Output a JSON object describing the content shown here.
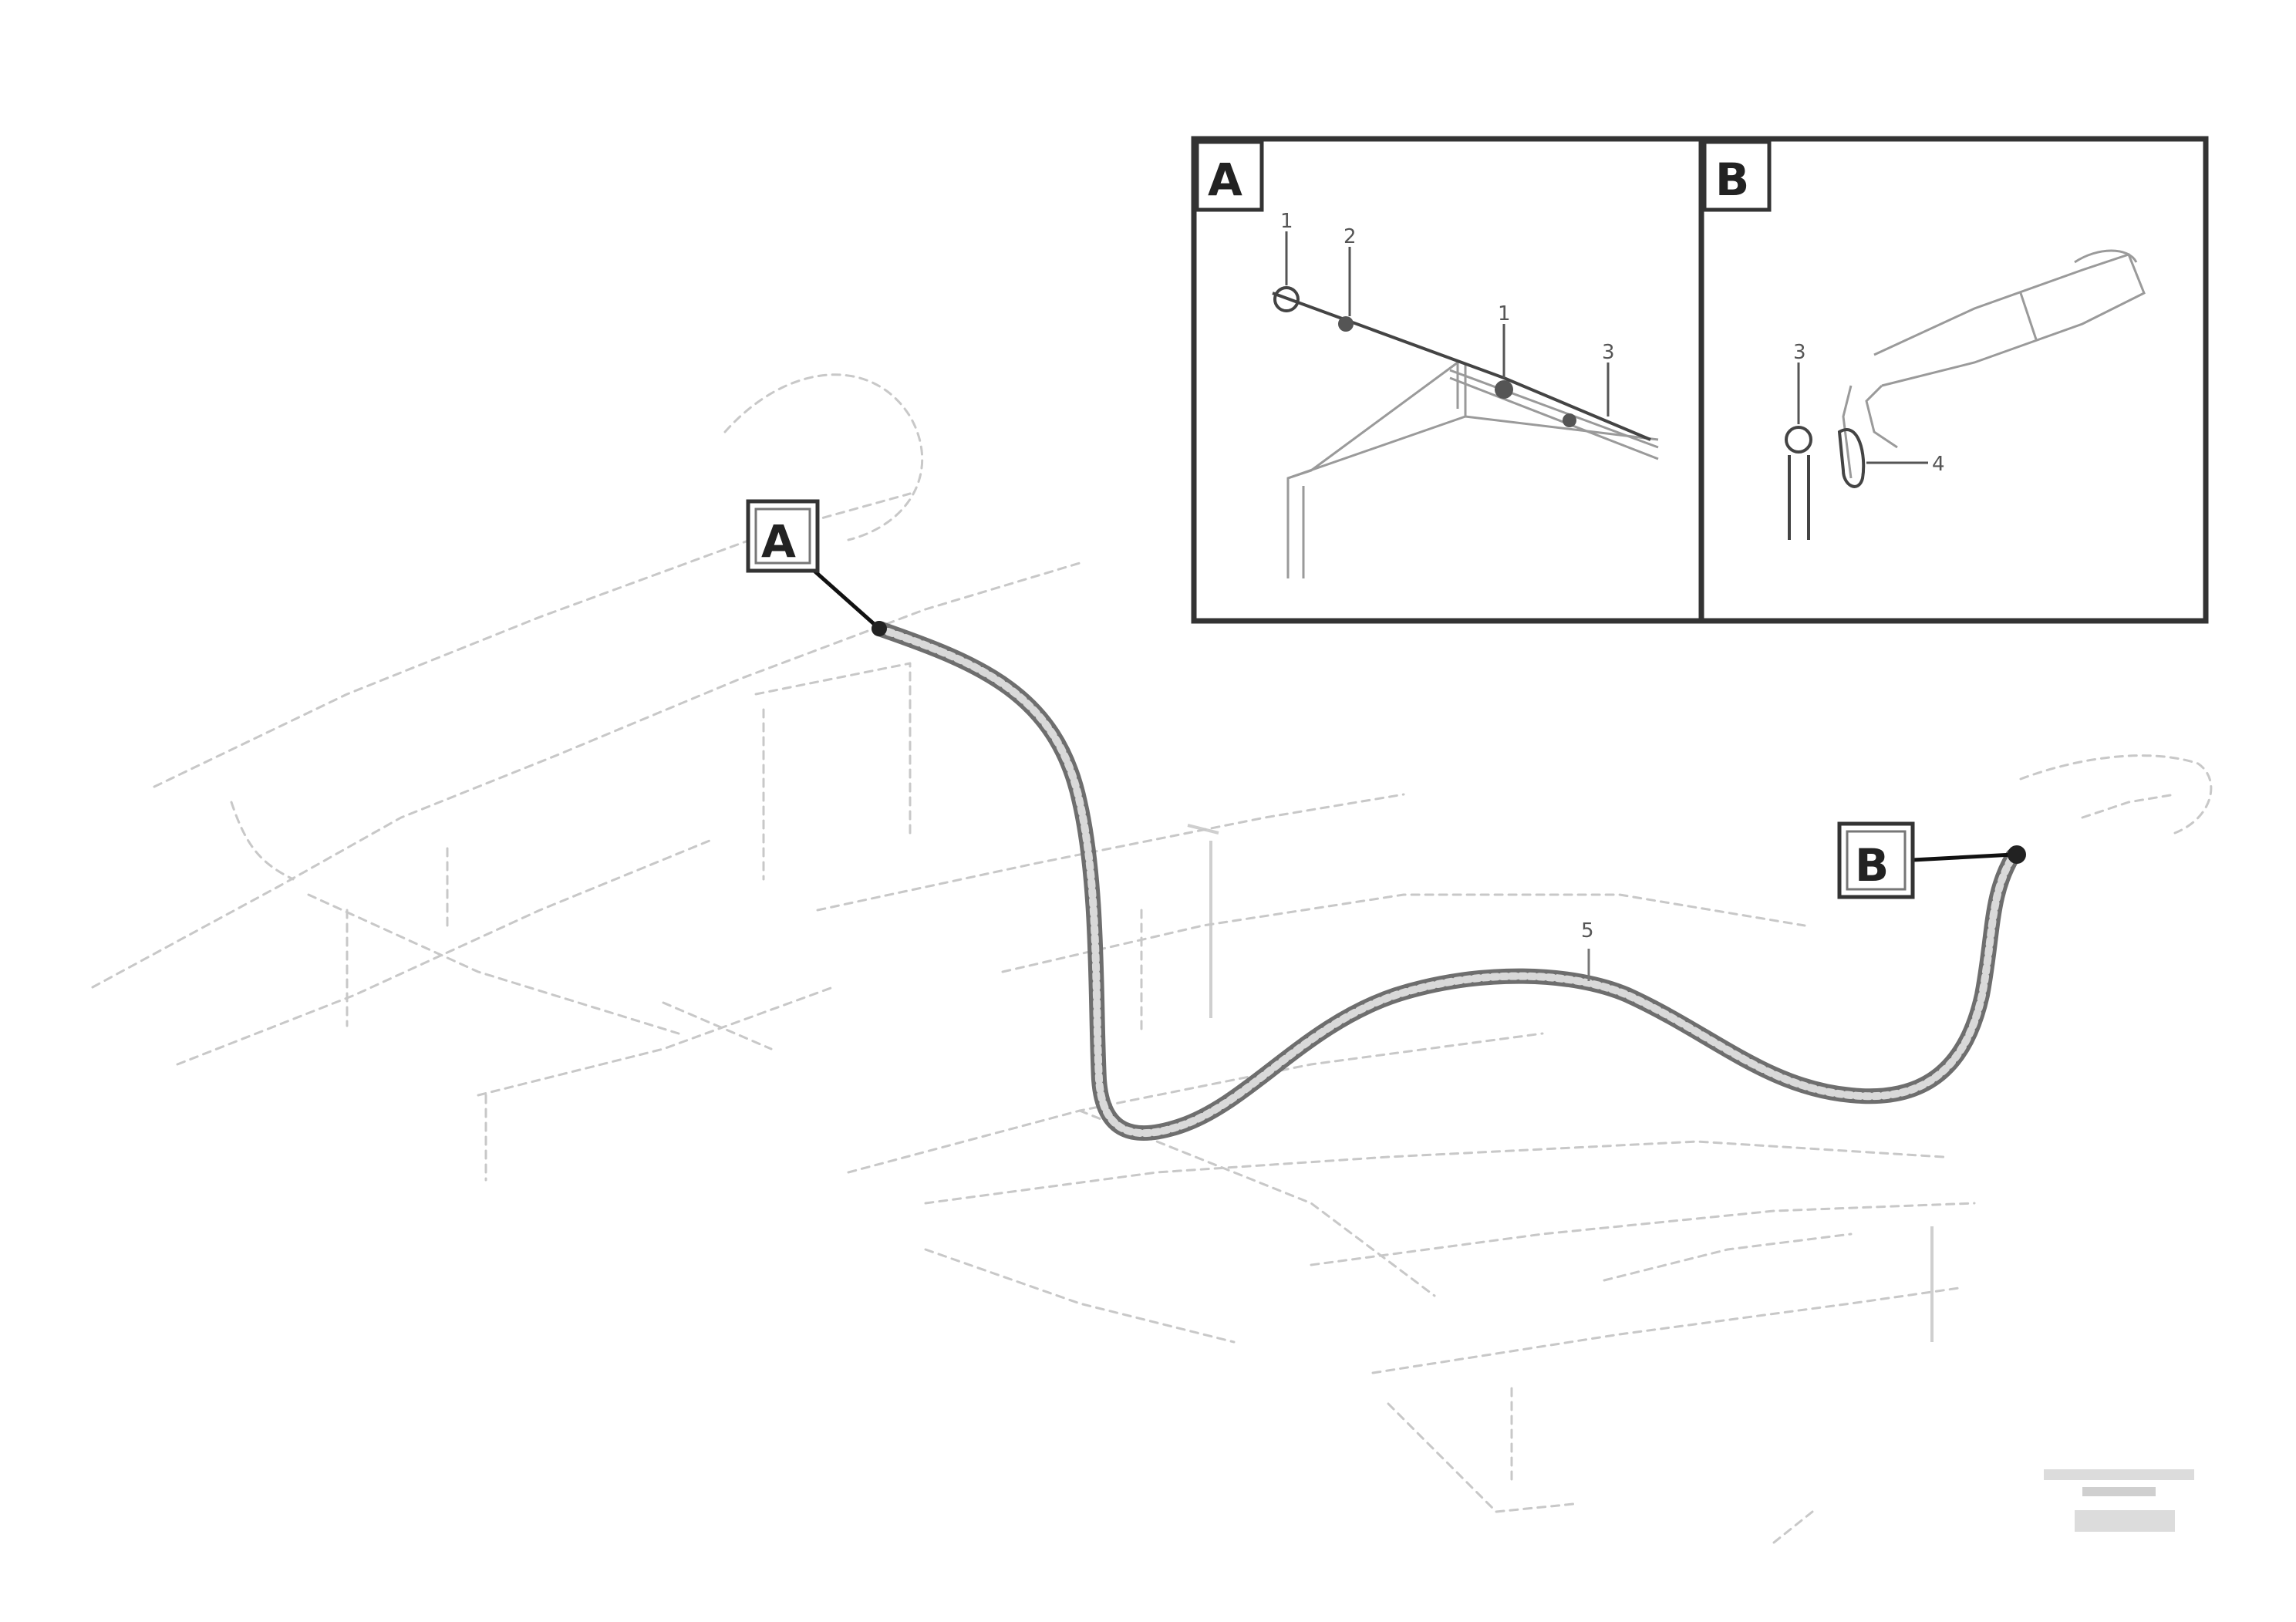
{
  "callouts": {
    "A": "A",
    "B": "B"
  },
  "detail": {
    "panel_a_label": "A",
    "panel_b_label": "B",
    "panel_a_numbers": [
      "1",
      "2",
      "1",
      "3"
    ],
    "panel_b_numbers": [
      "3",
      "4"
    ]
  },
  "main_numbers": [
    "5"
  ],
  "footer": {
    "line1": "",
    "line2": "",
    "line3": ""
  },
  "colors": {
    "hose": "#6e6e6e",
    "frame": "#333333",
    "ghost": "#c8c8c8"
  }
}
